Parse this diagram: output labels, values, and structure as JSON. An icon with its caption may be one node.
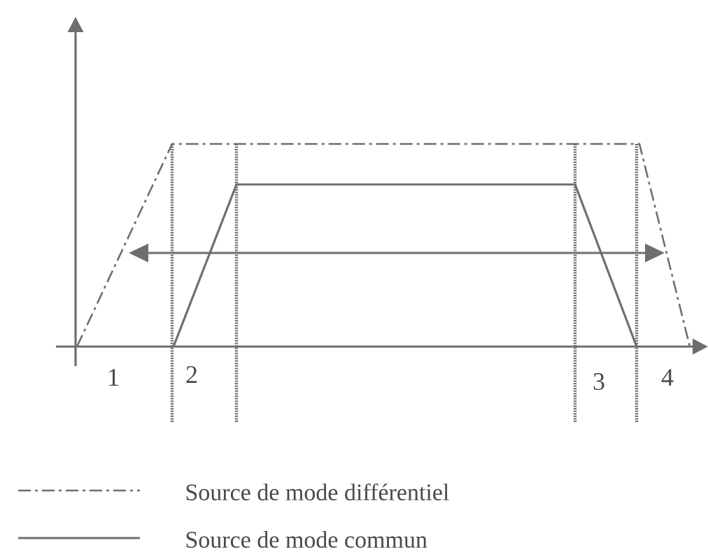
{
  "diagram": {
    "labels": [
      "1",
      "2",
      "3",
      "4"
    ],
    "legend": [
      {
        "text": "Source de mode différentiel"
      },
      {
        "text": "Source de mode commun"
      }
    ]
  }
}
